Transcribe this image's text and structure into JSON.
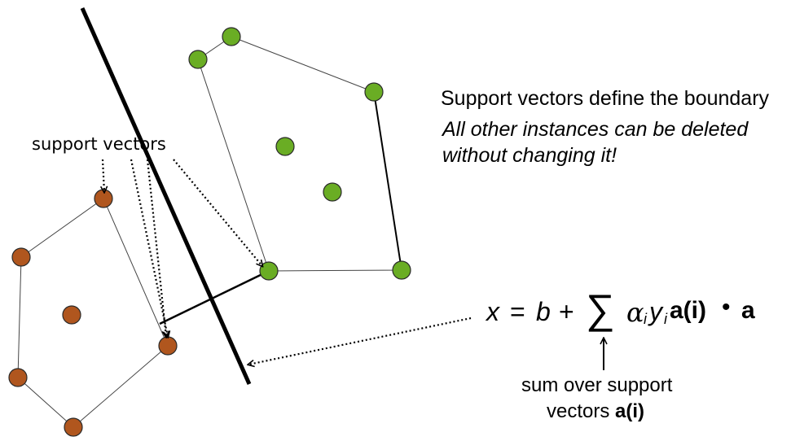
{
  "annotation": {
    "heading": "Support vectors define the boundary",
    "italic_line1": "All other instances can be deleted",
    "italic_line2": "without changing it!",
    "support_vectors_label": "support vectors",
    "sum_line1": "sum over support",
    "sum_line2_prefix": "vectors ",
    "sum_line2_bold": "a(i)"
  },
  "equation": {
    "x": "x",
    "equals": "=",
    "b": "b",
    "plus": "+",
    "sigma": "∑",
    "alpha": "α",
    "alpha_sub": "i",
    "y": "y",
    "y_sub": "i",
    "a_i": "a(i)",
    "dot": "•",
    "a": "a"
  },
  "colors": {
    "green_class": "#6aad24",
    "brown_class": "#b0561e",
    "outline": "#2a2a2a",
    "boundary": "#000000"
  }
}
